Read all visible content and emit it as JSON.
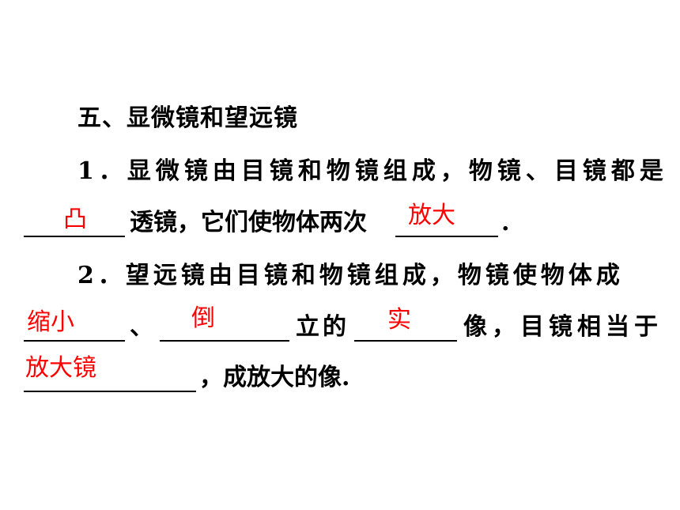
{
  "heading": "五、显微镜和望远镜",
  "item1": {
    "line_a": "1．显微镜由目镜和物镜组成，物镜、目镜都是",
    "answer_convex": "凸",
    "text_mid": "透镜，它们使物体两次",
    "answer_magnify": "放大",
    "end": "."
  },
  "item2": {
    "line_a": "2．望远镜由目镜和物镜组成，物镜使物体成",
    "answer_reduce": "缩小",
    "sep": "、",
    "answer_inverted": "倒",
    "text_li": "立的",
    "answer_real": "实",
    "text_rest": "像，目镜相当于",
    "answer_lens": "放大镜",
    "text_end": "，成放大的像."
  }
}
